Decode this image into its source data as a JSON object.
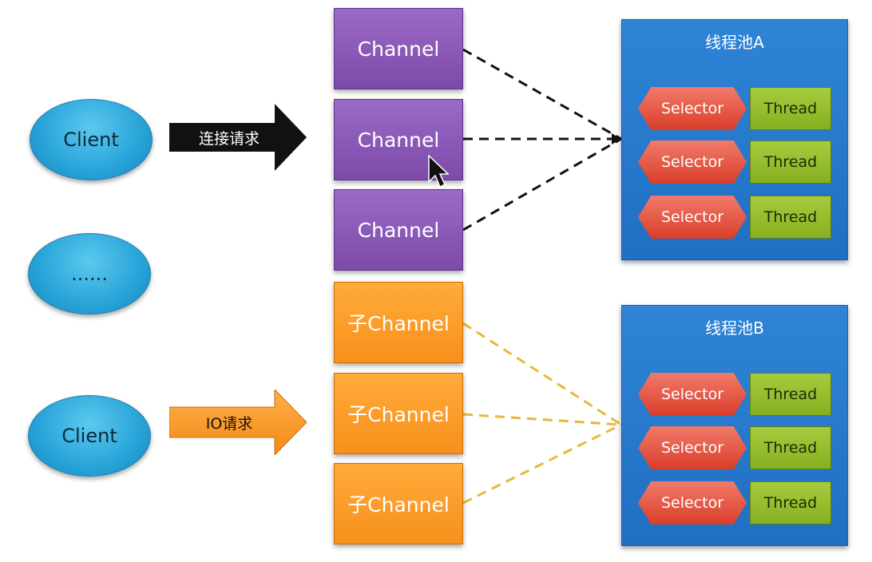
{
  "clients": [
    {
      "label": "Client"
    },
    {
      "label": "......"
    },
    {
      "label": "Client"
    }
  ],
  "arrows": {
    "connect": {
      "label": "连接请求",
      "color": "#111111"
    },
    "io": {
      "label": "IO请求",
      "color": "#f7901b"
    }
  },
  "channels": [
    {
      "label": "Channel"
    },
    {
      "label": "Channel"
    },
    {
      "label": "Channel"
    }
  ],
  "child_channels": [
    {
      "label": "子Channel"
    },
    {
      "label": "子Channel"
    },
    {
      "label": "子Channel"
    }
  ],
  "pools": [
    {
      "title": "线程池A",
      "rows": [
        {
          "selector": "Selector",
          "thread": "Thread"
        },
        {
          "selector": "Selector",
          "thread": "Thread"
        },
        {
          "selector": "Selector",
          "thread": "Thread"
        }
      ]
    },
    {
      "title": "线程池B",
      "rows": [
        {
          "selector": "Selector",
          "thread": "Thread"
        },
        {
          "selector": "Selector",
          "thread": "Thread"
        },
        {
          "selector": "Selector",
          "thread": "Thread"
        }
      ]
    }
  ],
  "colors": {
    "client": "#27a3d8",
    "channel": "#7c4aa9",
    "child_channel": "#f7901b",
    "pool": "#1f6fc2",
    "selector": "#d93e2a",
    "thread": "#86b021",
    "connector_a": "#111111",
    "connector_b": "#e8b83a"
  },
  "icons": {
    "cursor": "mouse-pointer-icon"
  }
}
